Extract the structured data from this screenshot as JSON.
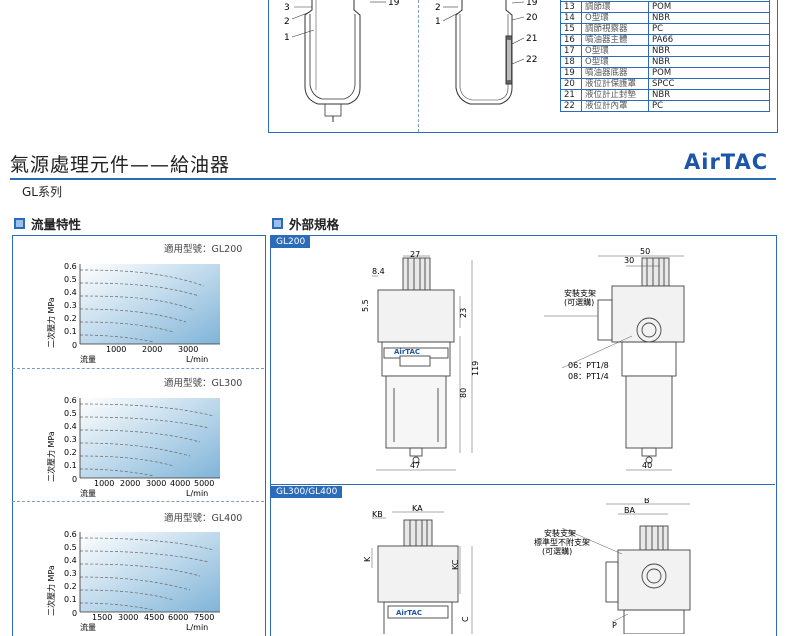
{
  "section_top": {
    "part_callouts_left": [
      "3",
      "2",
      "1"
    ],
    "part_callouts_right": [
      "19",
      "2",
      "1",
      "20",
      "21",
      "22"
    ],
    "parts_table": [
      {
        "no": "13",
        "name": "調節環",
        "material": "POM"
      },
      {
        "no": "14",
        "name": "O型環",
        "material": "NBR"
      },
      {
        "no": "15",
        "name": "調節視察器",
        "material": "PC"
      },
      {
        "no": "16",
        "name": "噴油器主體",
        "material": "PA66"
      },
      {
        "no": "17",
        "name": "O型環",
        "material": "NBR"
      },
      {
        "no": "18",
        "name": "O型環",
        "material": "NBR"
      },
      {
        "no": "19",
        "name": "噴油器底器",
        "material": "POM"
      },
      {
        "no": "20",
        "name": "液位計保護罩",
        "material": "SPCC"
      },
      {
        "no": "21",
        "name": "液位計止封墊",
        "material": "NBR"
      },
      {
        "no": "22",
        "name": "液位計內罩",
        "material": "PC"
      }
    ]
  },
  "header": {
    "title": "氣源處理元件——給油器",
    "brand": "AirTAC",
    "series": "GL系列"
  },
  "flow_section": {
    "heading": "流量特性",
    "charts": [
      {
        "title": "適用型號：GL200",
        "y_axis_label": "二次壓力  MPa",
        "x_axis_label": "流量",
        "x_unit": "L/min",
        "y_ticks": [
          "0.6",
          "0.5",
          "0.4",
          "0.3",
          "0.2",
          "0.1",
          "0"
        ],
        "x_ticks": [
          "1000",
          "2000",
          "3000"
        ]
      },
      {
        "title": "適用型號：GL300",
        "y_axis_label": "二次壓力  MPa",
        "x_axis_label": "流量",
        "x_unit": "L/min",
        "y_ticks": [
          "0.6",
          "0.5",
          "0.4",
          "0.3",
          "0.2",
          "0.1",
          "0"
        ],
        "x_ticks": [
          "1000",
          "2000",
          "3000",
          "4000",
          "5000"
        ]
      },
      {
        "title": "適用型號：GL400",
        "y_axis_label": "二次壓力  MPa",
        "x_axis_label": "流量",
        "x_unit": "L/min",
        "y_ticks": [
          "0.6",
          "0.5",
          "0.4",
          "0.3",
          "0.2",
          "0.1",
          "0"
        ],
        "x_ticks": [
          "1500",
          "3000",
          "4500",
          "6000",
          "7500"
        ]
      }
    ]
  },
  "dims_section": {
    "heading": "外部規格",
    "gl200": {
      "tag": "GL200",
      "dims": {
        "a": "27",
        "b": "8.4",
        "c": "5.5",
        "d": "23",
        "e": "80",
        "f": "119",
        "g": "47",
        "h": "50",
        "i": "30",
        "j": "40"
      },
      "bracket_note_1": "安裝支架",
      "bracket_note_2": "(可選購)",
      "port_1": "06：PT1/8",
      "port_2": "08：PT1/4"
    },
    "gl300": {
      "tag": "GL300/GL400",
      "dims": {
        "kb": "KB",
        "ka": "KA",
        "k": "K",
        "kc": "KC",
        "c": "C",
        "b": "B",
        "ba": "BA",
        "p": "P"
      },
      "bracket_note_1": "安裝支架",
      "bracket_note_2": "標準型不附支架",
      "bracket_note_3": "(可選購)"
    }
  }
}
